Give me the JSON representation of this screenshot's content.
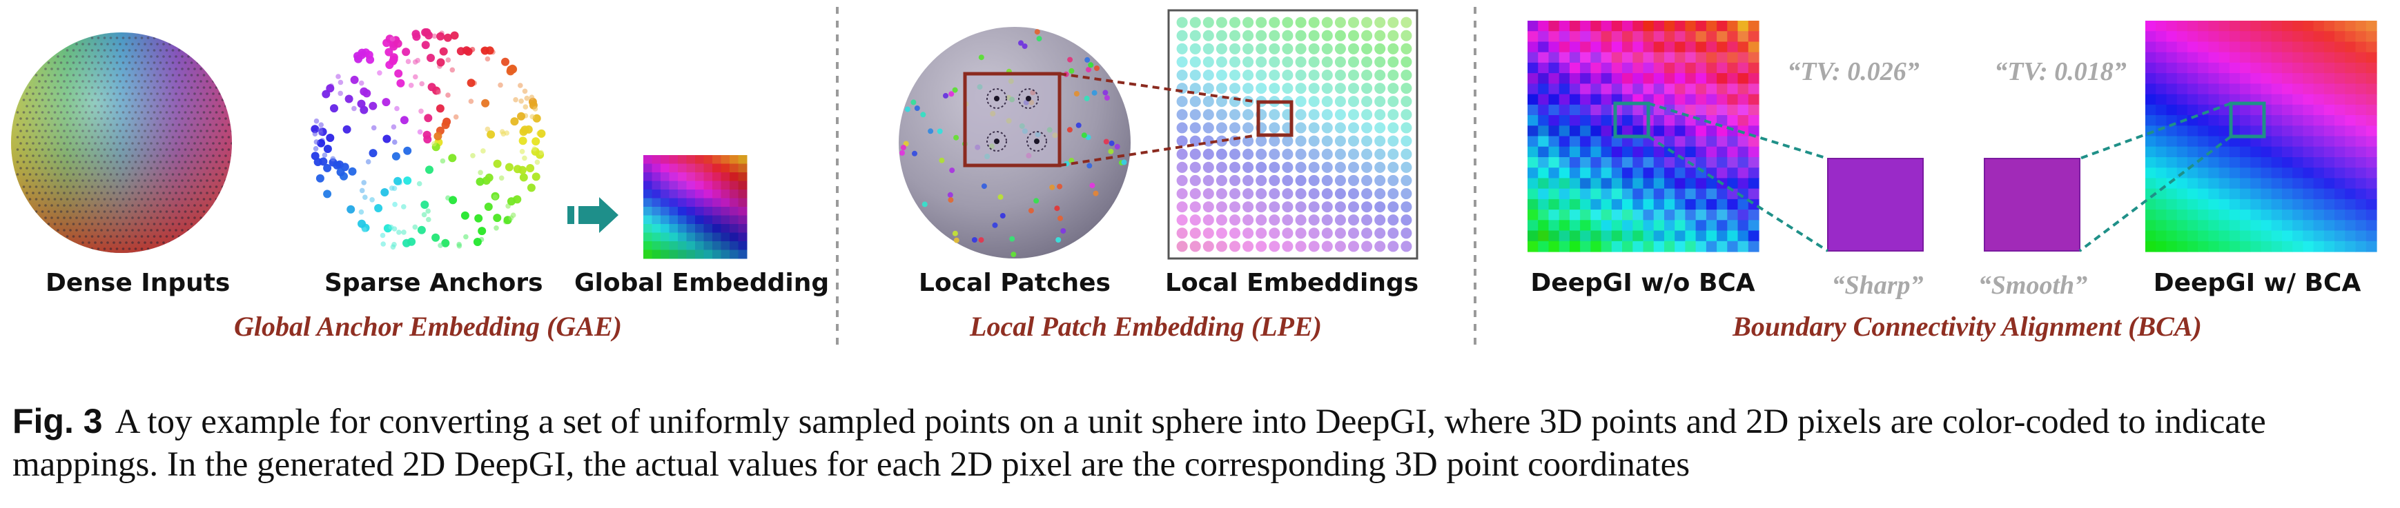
{
  "panels": {
    "gae": {
      "title": "Global Anchor Embedding (GAE)",
      "labels": [
        "Dense Inputs",
        "Sparse Anchors",
        "Global Embedding"
      ]
    },
    "lpe": {
      "title": "Local Patch Embedding (LPE)",
      "labels": [
        "Local Patches",
        "Local Embeddings"
      ]
    },
    "bca": {
      "title": "Boundary Connectivity Alignment (BCA)",
      "labels": [
        "DeepGI w/o BCA",
        "DeepGI w/ BCA"
      ],
      "quotes": [
        "“TV: 0.026”",
        "“TV: 0.018”",
        "“Sharp”",
        "“Smooth”"
      ]
    }
  },
  "caption": {
    "figure_label": "Fig. 3",
    "text": "A toy example for converting a set of uniformly sampled points on a unit sphere into DeepGI, where 3D points and 2D pixels are color-coded to indicate mappings. In the generated 2D DeepGI, the actual values for each 2D pixel are the corresponding 3D point coordinates"
  },
  "colors": {
    "section_title": "#8f2f22",
    "highlight_box": "#8b2a1f",
    "teal_box": "#1f9088",
    "divider": "#9a9a9a",
    "quote_gray": "#a9a9a9"
  }
}
